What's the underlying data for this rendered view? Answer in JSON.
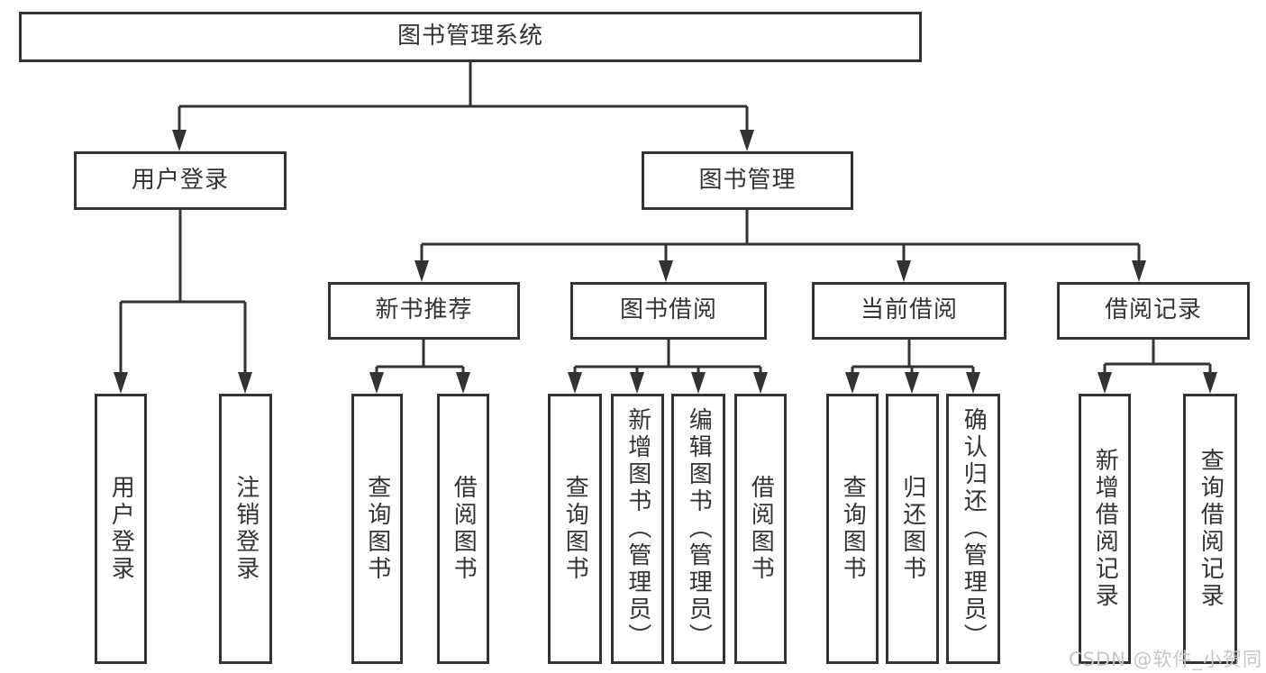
{
  "diagram": {
    "root": {
      "label": "图书管理系统"
    },
    "level2": [
      {
        "label": "用户登录"
      },
      {
        "label": "图书管理"
      }
    ],
    "level3": [
      {
        "label": "新书推荐"
      },
      {
        "label": "图书借阅"
      },
      {
        "label": "当前借阅"
      },
      {
        "label": "借阅记录"
      }
    ],
    "leaves": [
      {
        "label": "用户登录"
      },
      {
        "label": "注销登录"
      },
      {
        "label": "查询图书"
      },
      {
        "label": "借阅图书"
      },
      {
        "label": "查询图书"
      },
      {
        "label": "新增图书（管理员）"
      },
      {
        "label": "编辑图书（管理员）"
      },
      {
        "label": "借阅图书"
      },
      {
        "label": "查询图书"
      },
      {
        "label": "归还图书"
      },
      {
        "label": "确认归还（管理员）"
      },
      {
        "label": "新增借阅记录"
      },
      {
        "label": "查询借阅记录"
      }
    ]
  },
  "watermark": {
    "text": "CSDN @软件_小贺同学"
  },
  "colors": {
    "line": "#333333",
    "text": "#333333",
    "background": "#ffffff",
    "watermark": "#c6c6c6"
  }
}
